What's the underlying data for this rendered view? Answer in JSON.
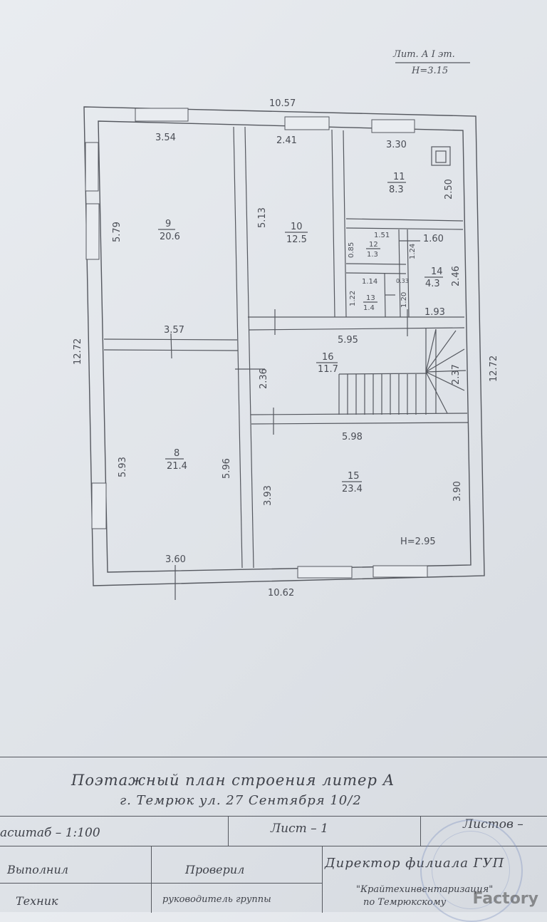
{
  "header": {
    "lit": "Лит. А  I  эт.",
    "height": "H=3.15"
  },
  "dims": {
    "top_total": "10.57",
    "bottom_total": "10.62",
    "left_total": "12.72",
    "right_total": "12.72",
    "r9_w": "3.54",
    "r9_h": "5.79",
    "r8_top": "3.57",
    "r8_h": "5.93",
    "r8_bot": "3.60",
    "r8_right": "5.96",
    "r10_w": "2.41",
    "r10_h": "5.13",
    "r11_w": "3.30",
    "r11_h": "2.50",
    "r12_h": "0.85",
    "r12_w": "1.51",
    "r12_r": "1.24",
    "r14_w": "1.60",
    "r14_h": "2.46",
    "r13_w": "1.14",
    "r13_s": "0.33",
    "r13_h": "1.22",
    "r13_r": "1.20",
    "r14_b": "1.93",
    "r16_w": "5.95",
    "r16_h": "2.36",
    "stair": "2.37",
    "r15_w": "5.98",
    "r15_l": "3.93",
    "r15_r": "3.90",
    "ground_h": "H=2.95"
  },
  "rooms": [
    {
      "num": "9",
      "area": "20.6"
    },
    {
      "num": "10",
      "area": "12.5"
    },
    {
      "num": "11",
      "area": "8.3"
    },
    {
      "num": "12",
      "area": "1.3"
    },
    {
      "num": "13",
      "area": "1.4"
    },
    {
      "num": "14",
      "area": "4.3"
    },
    {
      "num": "16",
      "area": "11.7"
    },
    {
      "num": "8",
      "area": "21.4"
    },
    {
      "num": "15",
      "area": "23.4"
    }
  ],
  "stamp": {
    "title": "Поэтажный план строения литер А",
    "address": "г. Темрюк ул. 27 Сентября 10/2",
    "scale": "асштаб – 1:100",
    "sheet": "Лист – 1",
    "sheets": "Листов –",
    "done_by": "Выполнил",
    "checked": "Проверил",
    "director": "Директор филиала ГУП",
    "technician": "Техник",
    "group_lead": "руководитель группы",
    "org": "\"Крайтехинвентаризация\"",
    "org2": "по Темрюкскому",
    "watermark": "Factory"
  }
}
